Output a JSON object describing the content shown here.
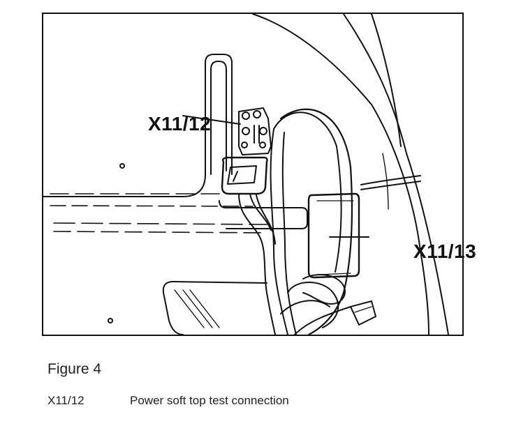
{
  "diagram": {
    "callouts": {
      "x11_12": "X11/12",
      "x11_13": "X11/13"
    }
  },
  "caption": {
    "title": "Figure 4"
  },
  "legend": [
    {
      "code": "X11/12",
      "description": "Power soft top test connection"
    }
  ],
  "colors": {
    "ink": "#111111",
    "paper": "#ffffff"
  }
}
